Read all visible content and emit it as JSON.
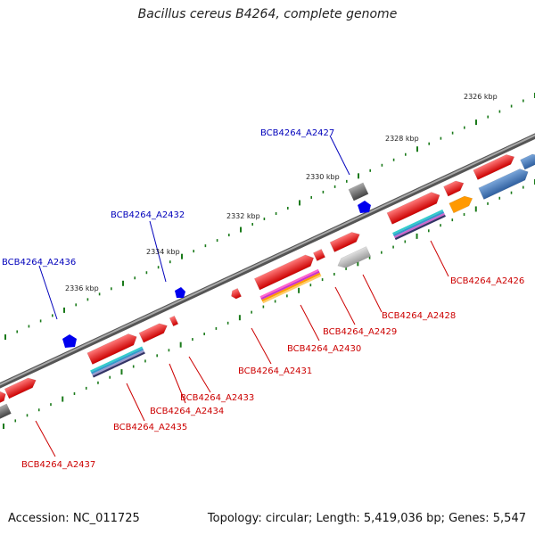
{
  "title": "Bacillus cereus B4264, complete genome",
  "footer": {
    "accession": "Accession: NC_011725",
    "summary": "Topology: circular; Length: 5,419,036 bp; Genes: 5,547"
  },
  "kbp_labels": [
    "2326 kbp",
    "2328 kbp",
    "2330 kbp",
    "2332 kbp",
    "2334 kbp",
    "2336 kbp"
  ],
  "gene_labels_top": [
    "BCB4264_A2427",
    "BCB4264_A2432",
    "BCB4264_A2436"
  ],
  "gene_labels_bottom": [
    "BCB4264_A2426",
    "BCB4264_A2428",
    "BCB4264_A2429",
    "BCB4264_A2430",
    "BCB4264_A2431",
    "BCB4264_A2433",
    "BCB4264_A2434",
    "BCB4264_A2435",
    "BCB4264_A2437"
  ],
  "colors": {
    "backbone": "#777777",
    "cds": "#ff0000",
    "cds_minus": "#0000ff",
    "tick": "#1a7a1a",
    "label_top": "#0000bb",
    "label_bottom": "#cc0000",
    "steelblue": "#4a7fbf",
    "orange": "#ff9900",
    "gray": "#666666"
  }
}
